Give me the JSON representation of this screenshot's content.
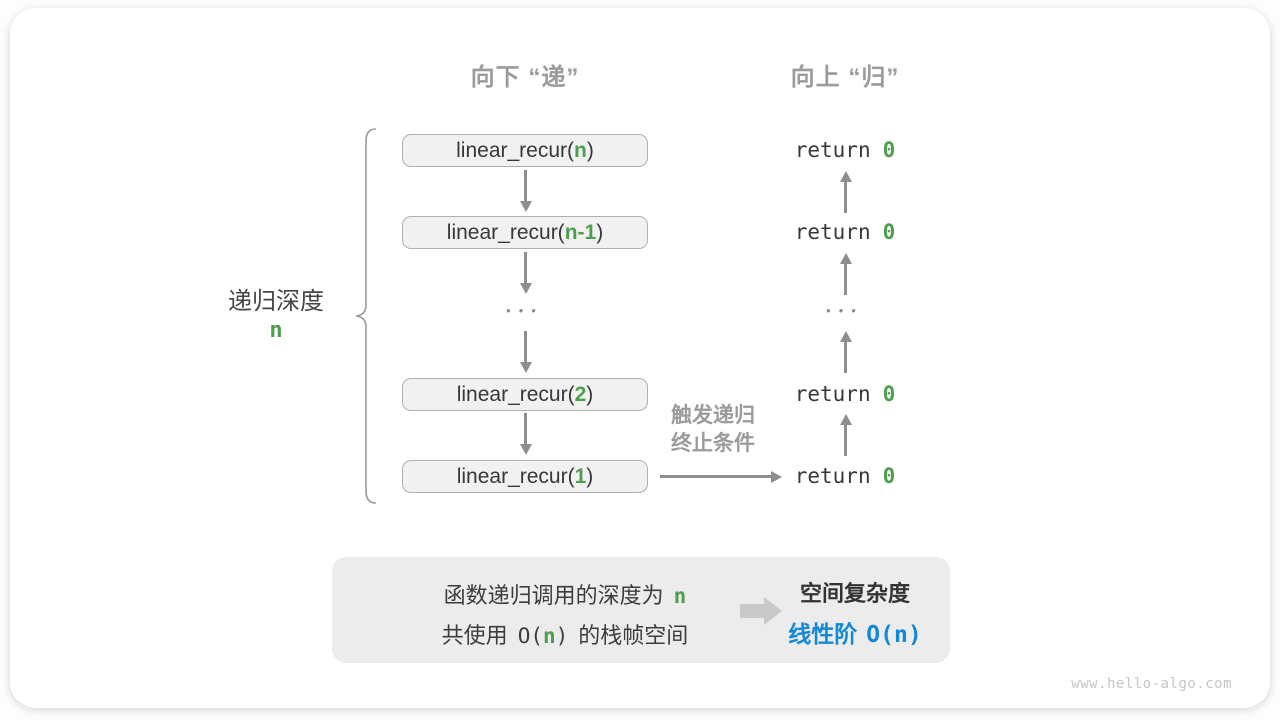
{
  "headers": {
    "down_label": "向下 “递”",
    "up_label": "向上 “归”"
  },
  "depth": {
    "label": "递归深度",
    "value": "n"
  },
  "calls": [
    {
      "prefix": "linear_recur(",
      "arg": "n",
      "suffix": ")"
    },
    {
      "prefix": "linear_recur(",
      "arg": "n-1",
      "suffix": ")"
    },
    {
      "prefix": "linear_recur(",
      "arg": "2",
      "suffix": ")"
    },
    {
      "prefix": "linear_recur(",
      "arg": "1",
      "suffix": ")"
    }
  ],
  "returns": [
    {
      "keyword": "return",
      "value": "0"
    },
    {
      "keyword": "return",
      "value": "0"
    },
    {
      "keyword": "return",
      "value": "0"
    },
    {
      "keyword": "return",
      "value": "0"
    }
  ],
  "ellipsis": "•••",
  "trigger": {
    "line1": "触发递归",
    "line2": "终止条件"
  },
  "summary": {
    "line1_text": "函数递归调用的深度为",
    "line1_value": "n",
    "line2_pre": "共使用",
    "line2_o": "O(",
    "line2_n": "n",
    "line2_close": ")",
    "line2_post": "的栈帧空间",
    "result_title": "空间复杂度",
    "result_prefix": "线性阶",
    "result_big_o": "O(n)"
  },
  "watermark": "www.hello-algo.com",
  "colors": {
    "green": "#4e9e50",
    "blue": "#1389d6",
    "arrow_gray": "#8e8e8e"
  }
}
